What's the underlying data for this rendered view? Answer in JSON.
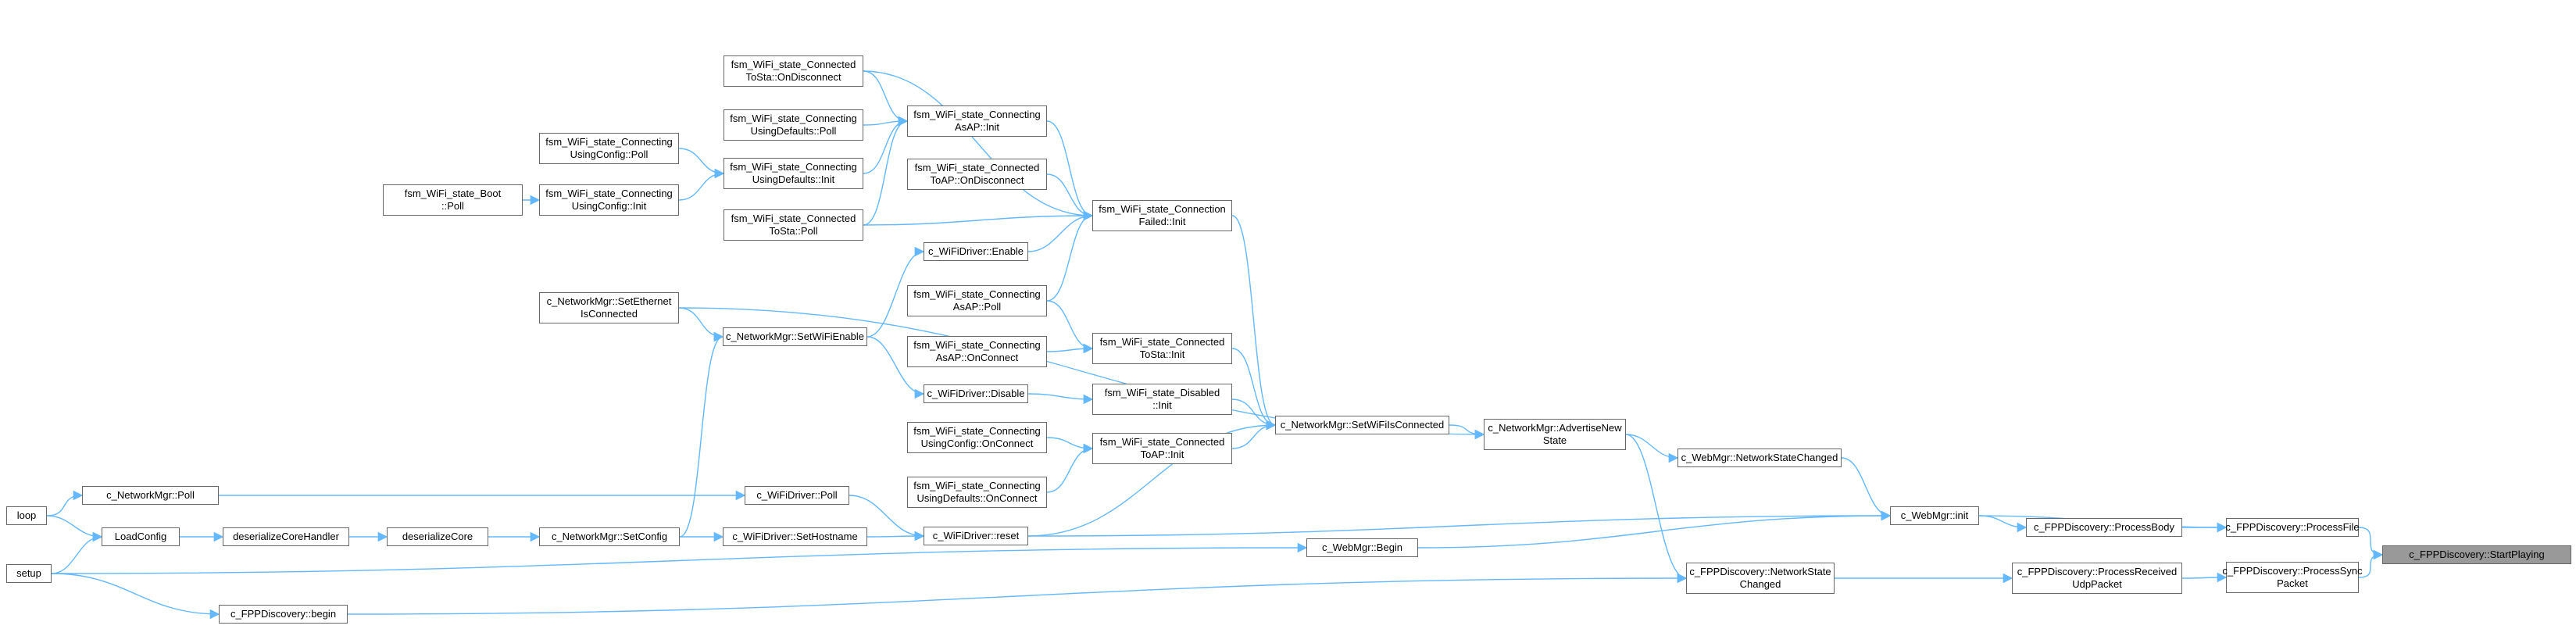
{
  "nodes": [
    {
      "id": "start_playing",
      "label": "c_FPPDiscovery::StartPlaying",
      "root": true
    },
    {
      "id": "process_file",
      "label": "c_FPPDiscovery::ProcessFile"
    },
    {
      "id": "process_sync_packet",
      "label": "c_FPPDiscovery::ProcessSync\nPacket"
    },
    {
      "id": "process_body",
      "label": "c_FPPDiscovery::ProcessBody"
    },
    {
      "id": "process_received_udp",
      "label": "c_FPPDiscovery::ProcessReceived\nUdpPacket"
    },
    {
      "id": "webmgr_init",
      "label": "c_WebMgr::init"
    },
    {
      "id": "webmgr_network_state_changed",
      "label": "c_WebMgr::NetworkStateChanged"
    },
    {
      "id": "fpp_network_state_changed",
      "label": "c_FPPDiscovery::NetworkState\nChanged"
    },
    {
      "id": "advertise_new_state",
      "label": "c_NetworkMgr::AdvertiseNew\nState"
    },
    {
      "id": "webmgr_begin",
      "label": "c_WebMgr::Begin"
    },
    {
      "id": "fpp_begin",
      "label": "c_FPPDiscovery::begin"
    },
    {
      "id": "set_wifi_is_connected",
      "label": "c_NetworkMgr::SetWiFiIsConnected"
    },
    {
      "id": "connection_failed_init",
      "label": "fsm_WiFi_state_Connection\nFailed::Init"
    },
    {
      "id": "connected_tosta_init",
      "label": "fsm_WiFi_state_Connected\nToSta::Init"
    },
    {
      "id": "disabled_init",
      "label": "fsm_WiFi_state_Disabled\n::Init"
    },
    {
      "id": "connected_toap_init",
      "label": "fsm_WiFi_state_Connected\nToAP::Init"
    },
    {
      "id": "wifidriver_reset",
      "label": "c_WiFiDriver::reset"
    },
    {
      "id": "connected_tosta_ondisconnect",
      "label": "fsm_WiFi_state_Connected\nToSta::OnDisconnect"
    },
    {
      "id": "connecting_asap_init",
      "label": "fsm_WiFi_state_Connecting\nAsAP::Init"
    },
    {
      "id": "connected_toap_ondisconnect",
      "label": "fsm_WiFi_state_Connected\nToAP::OnDisconnect"
    },
    {
      "id": "wifidriver_enable",
      "label": "c_WiFiDriver::Enable"
    },
    {
      "id": "connecting_asap_poll",
      "label": "fsm_WiFi_state_Connecting\nAsAP::Poll"
    },
    {
      "id": "connecting_asap_onconnect",
      "label": "fsm_WiFi_state_Connecting\nAsAP::OnConnect"
    },
    {
      "id": "wifidriver_disable",
      "label": "c_WiFiDriver::Disable"
    },
    {
      "id": "connecting_usingconfig_onconnect",
      "label": "fsm_WiFi_state_Connecting\nUsingConfig::OnConnect"
    },
    {
      "id": "connecting_usingdefaults_onconnect",
      "label": "fsm_WiFi_state_Connecting\nUsingDefaults::OnConnect"
    },
    {
      "id": "connecting_usingdefaults_poll",
      "label": "fsm_WiFi_state_Connecting\nUsingDefaults::Poll"
    },
    {
      "id": "connecting_usingdefaults_init",
      "label": "fsm_WiFi_state_Connecting\nUsingDefaults::Init"
    },
    {
      "id": "connected_tosta_poll",
      "label": "fsm_WiFi_state_Connected\nToSta::Poll"
    },
    {
      "id": "set_wifi_enable",
      "label": "c_NetworkMgr::SetWiFiEnable"
    },
    {
      "id": "wifidriver_poll",
      "label": "c_WiFiDriver::Poll"
    },
    {
      "id": "wifidriver_set_hostname",
      "label": "c_WiFiDriver::SetHostname"
    },
    {
      "id": "connecting_usingconfig_poll",
      "label": "fsm_WiFi_state_Connecting\nUsingConfig::Poll"
    },
    {
      "id": "connecting_usingconfig_init",
      "label": "fsm_WiFi_state_Connecting\nUsingConfig::Init"
    },
    {
      "id": "set_ethernet_is_connected",
      "label": "c_NetworkMgr::SetEthernet\nIsConnected"
    },
    {
      "id": "networkmgr_set_config",
      "label": "c_NetworkMgr::SetConfig"
    },
    {
      "id": "state_boot_poll",
      "label": "fsm_WiFi_state_Boot\n::Poll"
    },
    {
      "id": "deserialize_core",
      "label": "deserializeCore"
    },
    {
      "id": "deserialize_core_handler",
      "label": "deserializeCoreHandler"
    },
    {
      "id": "networkmgr_poll",
      "label": "c_NetworkMgr::Poll"
    },
    {
      "id": "load_config",
      "label": "LoadConfig"
    },
    {
      "id": "loop",
      "label": "loop"
    },
    {
      "id": "setup",
      "label": "setup"
    }
  ],
  "edges": [
    [
      "start_playing",
      "process_file"
    ],
    [
      "start_playing",
      "process_sync_packet"
    ],
    [
      "process_file",
      "webmgr_init"
    ],
    [
      "process_file",
      "process_body"
    ],
    [
      "process_sync_packet",
      "process_received_udp"
    ],
    [
      "process_body",
      "webmgr_init"
    ],
    [
      "process_received_udp",
      "fpp_network_state_changed"
    ],
    [
      "webmgr_init",
      "webmgr_network_state_changed"
    ],
    [
      "webmgr_init",
      "wifidriver_reset"
    ],
    [
      "webmgr_init",
      "webmgr_begin"
    ],
    [
      "webmgr_network_state_changed",
      "advertise_new_state"
    ],
    [
      "fpp_network_state_changed",
      "advertise_new_state"
    ],
    [
      "fpp_network_state_changed",
      "fpp_begin"
    ],
    [
      "advertise_new_state",
      "set_wifi_is_connected"
    ],
    [
      "advertise_new_state",
      "set_ethernet_is_connected"
    ],
    [
      "webmgr_begin",
      "setup"
    ],
    [
      "fpp_begin",
      "setup"
    ],
    [
      "set_wifi_is_connected",
      "connection_failed_init"
    ],
    [
      "set_wifi_is_connected",
      "connected_tosta_init"
    ],
    [
      "set_wifi_is_connected",
      "disabled_init"
    ],
    [
      "set_wifi_is_connected",
      "connected_toap_init"
    ],
    [
      "set_wifi_is_connected",
      "wifidriver_reset"
    ],
    [
      "connection_failed_init",
      "connected_tosta_ondisconnect"
    ],
    [
      "connection_failed_init",
      "connecting_asap_init"
    ],
    [
      "connection_failed_init",
      "connected_toap_ondisconnect"
    ],
    [
      "connection_failed_init",
      "connected_tosta_poll"
    ],
    [
      "connection_failed_init",
      "wifidriver_enable"
    ],
    [
      "connection_failed_init",
      "connecting_asap_poll"
    ],
    [
      "connected_tosta_init",
      "connecting_asap_poll"
    ],
    [
      "connected_tosta_init",
      "connecting_asap_onconnect"
    ],
    [
      "disabled_init",
      "wifidriver_disable"
    ],
    [
      "connected_toap_init",
      "connecting_usingconfig_onconnect"
    ],
    [
      "connected_toap_init",
      "connecting_usingdefaults_onconnect"
    ],
    [
      "wifidriver_reset",
      "wifidriver_poll"
    ],
    [
      "wifidriver_reset",
      "wifidriver_set_hostname"
    ],
    [
      "connecting_asap_init",
      "connected_tosta_ondisconnect"
    ],
    [
      "connecting_asap_init",
      "connecting_usingdefaults_poll"
    ],
    [
      "connecting_asap_init",
      "connecting_usingdefaults_init"
    ],
    [
      "connecting_asap_init",
      "connected_tosta_poll"
    ],
    [
      "wifidriver_enable",
      "set_wifi_enable"
    ],
    [
      "wifidriver_disable",
      "set_wifi_enable"
    ],
    [
      "connecting_usingdefaults_init",
      "connecting_usingconfig_poll"
    ],
    [
      "connecting_usingdefaults_init",
      "connecting_usingconfig_init"
    ],
    [
      "set_wifi_enable",
      "set_ethernet_is_connected"
    ],
    [
      "set_wifi_enable",
      "networkmgr_set_config"
    ],
    [
      "wifidriver_poll",
      "networkmgr_poll"
    ],
    [
      "wifidriver_set_hostname",
      "networkmgr_set_config"
    ],
    [
      "connecting_usingconfig_init",
      "state_boot_poll"
    ],
    [
      "networkmgr_set_config",
      "deserialize_core"
    ],
    [
      "deserialize_core",
      "deserialize_core_handler"
    ],
    [
      "deserialize_core_handler",
      "load_config"
    ],
    [
      "networkmgr_poll",
      "loop"
    ],
    [
      "load_config",
      "loop"
    ],
    [
      "load_config",
      "setup"
    ]
  ],
  "colors": {
    "edge": "#63b8ff",
    "border": "#666666",
    "root_fill": "#999999",
    "node_fill": "#ffffff"
  }
}
